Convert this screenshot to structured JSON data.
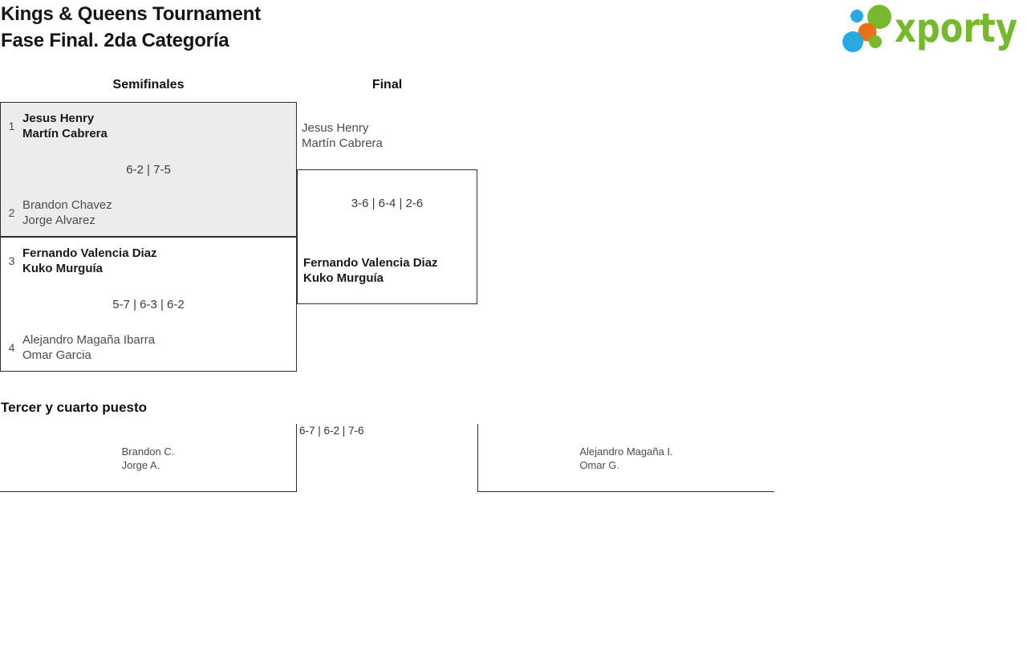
{
  "header": {
    "title_line1": "Kings & Queens Tournament",
    "title_line2": "Fase Final. 2da Categoría"
  },
  "logo": {
    "wordmark": "xporty",
    "colors": {
      "green": "#76b82e",
      "blue": "#29a9e0",
      "orange": "#e67317"
    }
  },
  "bracket": {
    "rounds": [
      {
        "label": "Semifinales"
      },
      {
        "label": "Final"
      }
    ],
    "semifinals": [
      {
        "seed_top": "1",
        "team_top": [
          "Jesus Henry",
          "Martín Cabrera"
        ],
        "score": "6-2 | 7-5",
        "seed_bottom": "2",
        "team_bottom": [
          "Brandon Chavez",
          "Jorge Alvarez"
        ],
        "winner": "top"
      },
      {
        "seed_top": "3",
        "team_top": [
          "Fernando Valencia Diaz",
          "Kuko Murguía"
        ],
        "score": "5-7 | 6-3 | 6-2",
        "seed_bottom": "4",
        "team_bottom": [
          "Alejandro Magaña Ibarra",
          "Omar Garcia"
        ],
        "winner": "top"
      }
    ],
    "final": {
      "team_top": [
        "Jesus Henry",
        "Martín Cabrera"
      ],
      "score": "3-6 | 6-4 | 2-6",
      "team_bottom": [
        "Fernando Valencia Diaz",
        "Kuko Murguía"
      ],
      "winner": "bottom"
    },
    "third_place": {
      "heading": "Tercer y cuarto puesto",
      "team_left": [
        "Brandon C.",
        "Jorge A."
      ],
      "score": "6-7 | 6-2 | 7-6",
      "team_right": [
        "Alejandro Magaña I.",
        "Omar G."
      ]
    }
  }
}
